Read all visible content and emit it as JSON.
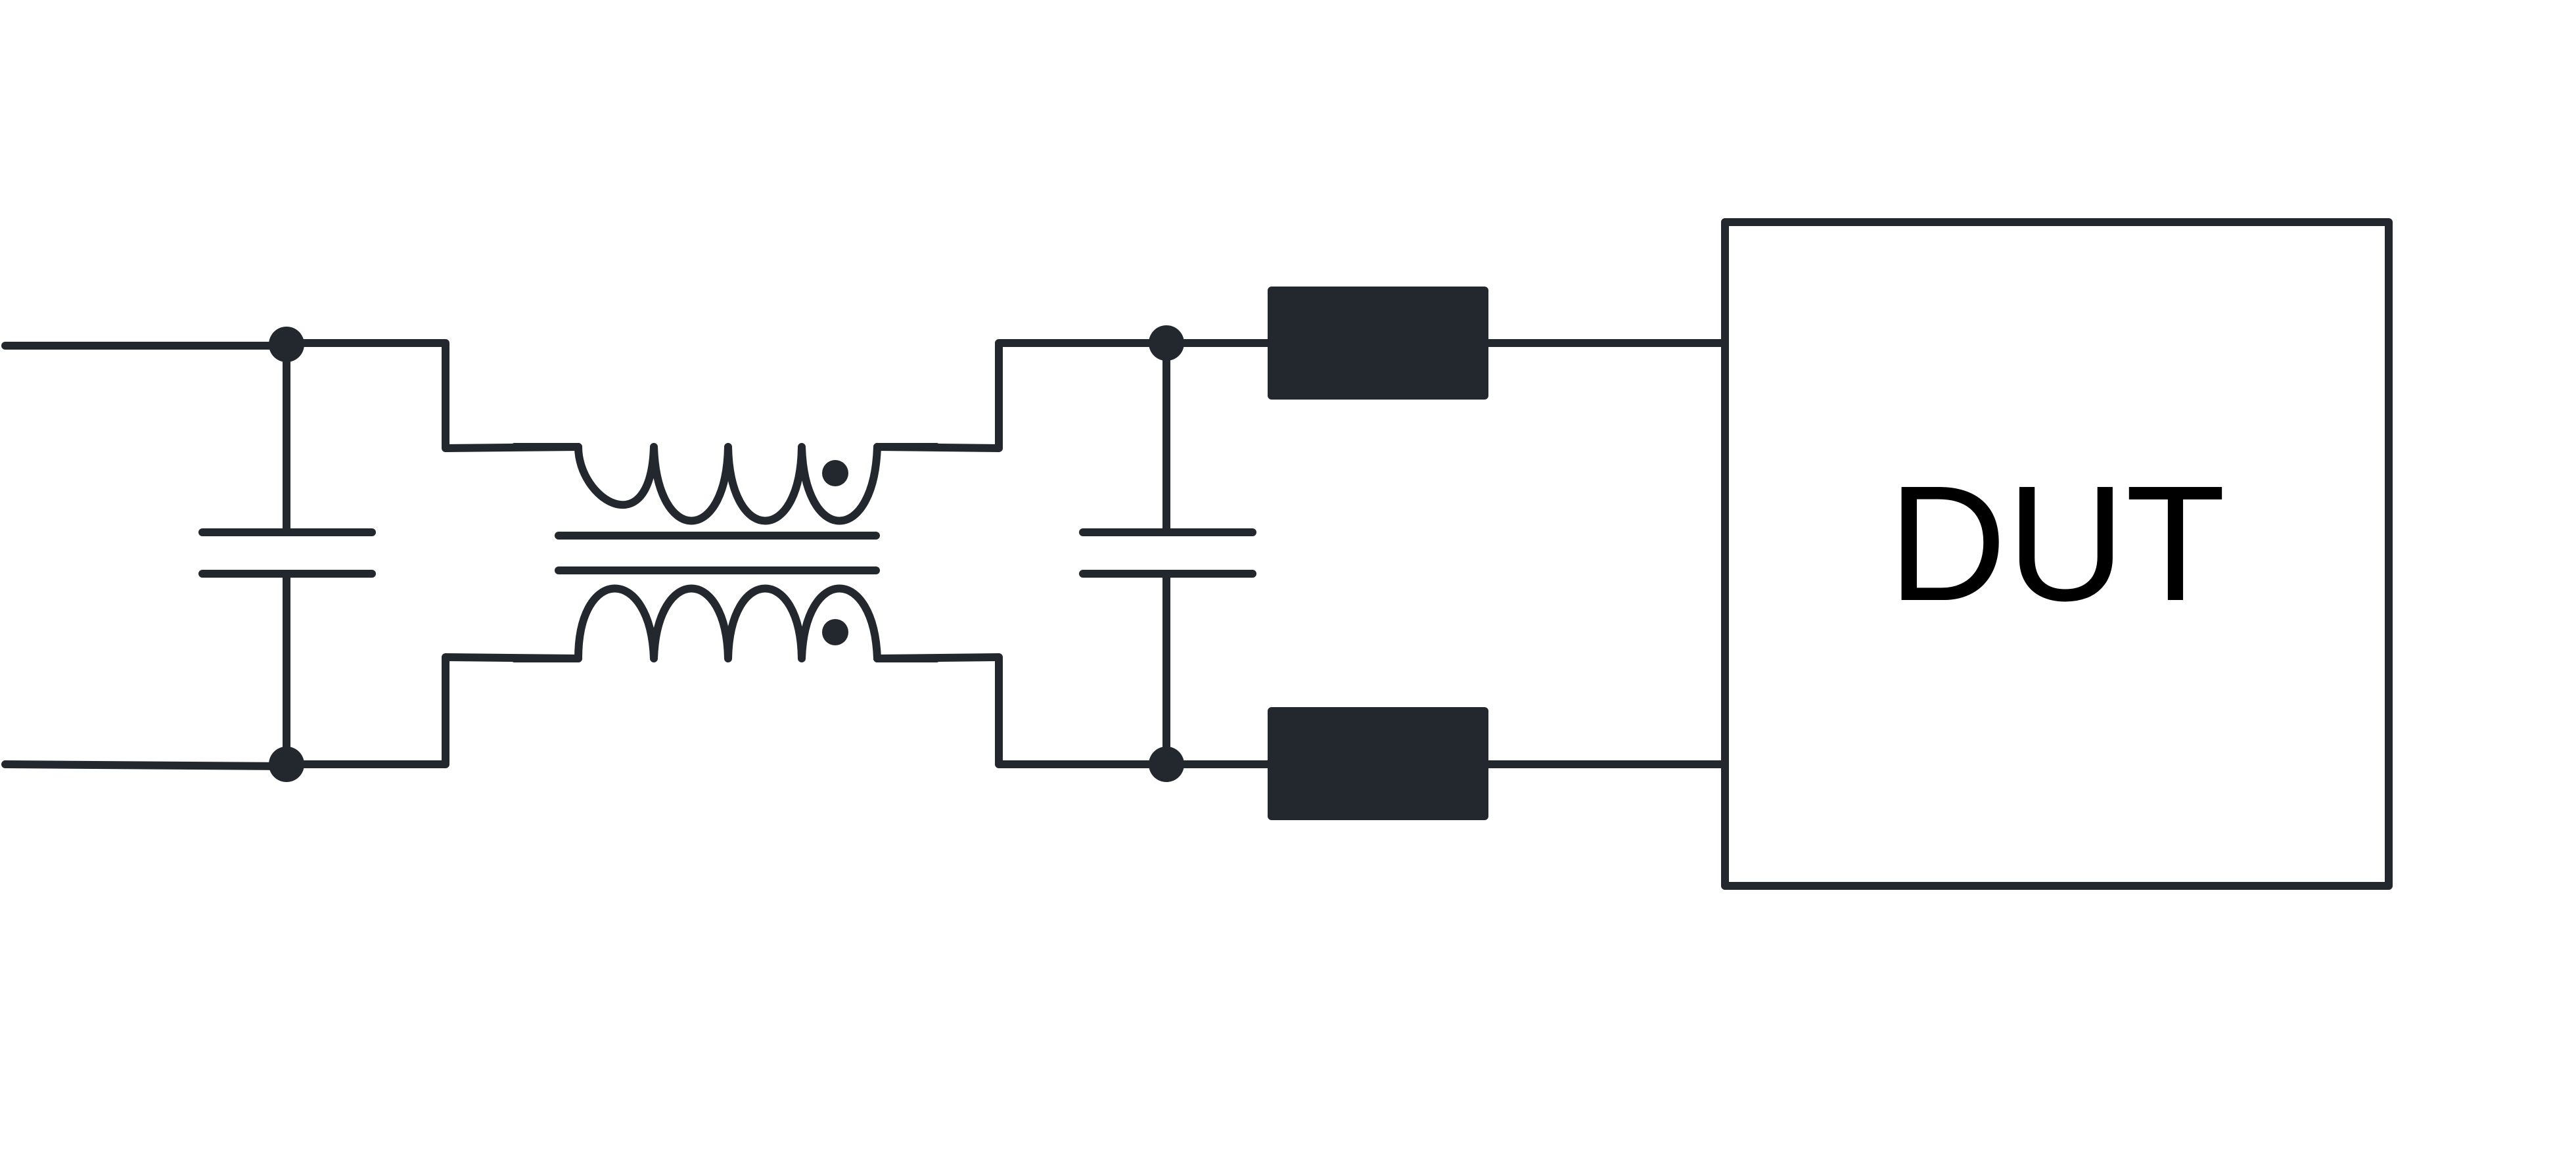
{
  "diagram": {
    "dut_label": "DUT",
    "components": {
      "input_capacitor": "capacitor",
      "common_mode_choke": "coupled-inductor",
      "output_capacitor": "capacitor",
      "ferrite_top": "ferrite-bead",
      "ferrite_bottom": "ferrite-bead",
      "device_under_test": "dut-box"
    }
  },
  "colors": {
    "line": "#22282e",
    "fill": "#22282e",
    "background": "#ffffff",
    "text": "#000000"
  }
}
